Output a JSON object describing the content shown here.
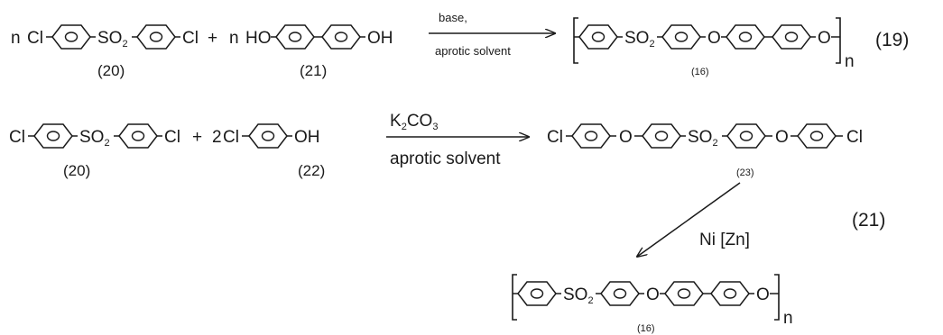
{
  "reaction_1": {
    "n_prefix": "n",
    "chloro": "Cl",
    "sulfonyl": "SO",
    "sulfonyl_sub": "2",
    "plus": "+",
    "hydroxy_left": "HO",
    "hydroxy_right": "OH",
    "reagent": "base,",
    "solvent": "aprotic solvent",
    "ether": "O",
    "repeat": "n",
    "label_20": "(20)",
    "label_21": "(21)",
    "label_16": "(16)",
    "equation_number": "(19)"
  },
  "reaction_2": {
    "chloro": "Cl",
    "sulfonyl": "SO",
    "sulfonyl_sub": "2",
    "plus": "+",
    "coefficient_2": "2",
    "hydroxy": "OH",
    "reagent": "K",
    "reagent_sub_1": "2",
    "reagent_mid": "CO",
    "reagent_sub_2": "3",
    "solvent": "aprotic solvent",
    "ether": "O",
    "label_20": "(20)",
    "label_22": "(22)",
    "label_23": "(23)",
    "catalyst": "Ni [Zn]",
    "repeat": "n",
    "label_16": "(16)",
    "equation_number": "(21)"
  },
  "colors": {
    "ink": "#1a1a1a",
    "background": "#ffffff"
  }
}
